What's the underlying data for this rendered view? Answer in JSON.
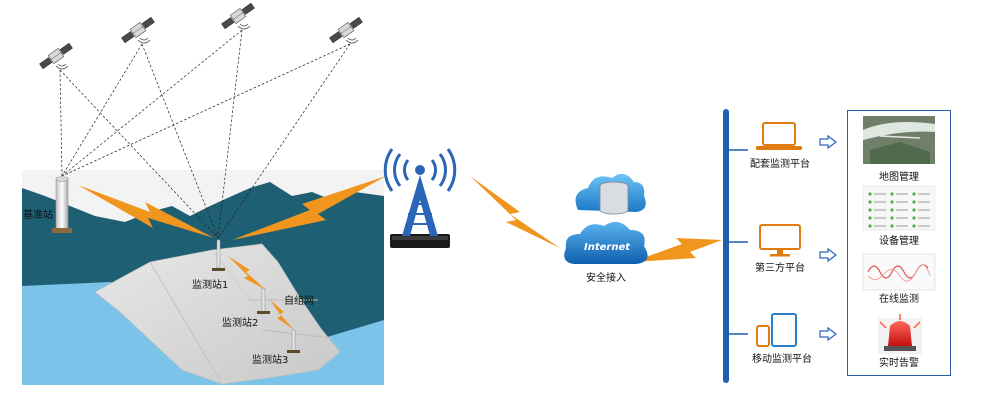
{
  "labels": {
    "base_station": "基准站",
    "monitor_1": "监测站1",
    "monitor_2": "监测站2",
    "monitor_3": "监测站3",
    "ad_hoc_network": "自组网",
    "secure_access": "安全接入",
    "internet": "Internet"
  },
  "platforms": [
    {
      "name": "配套监测平台",
      "icon": "laptop-icon"
    },
    {
      "name": "第三方平台",
      "icon": "monitor-icon"
    },
    {
      "name": "移动监测平台",
      "icon": "mobile-devices-icon"
    }
  ],
  "functions": [
    {
      "name": "地图管理",
      "icon": "map-thumbnail"
    },
    {
      "name": "设备管理",
      "icon": "device-list-thumbnail"
    },
    {
      "name": "在线监测",
      "icon": "chart-thumbnail"
    },
    {
      "name": "实时告警",
      "icon": "alarm-light-icon"
    }
  ],
  "colors": {
    "lightning": "#f0961e",
    "mountain": "#1f5f73",
    "water": "#7cc3ea",
    "dam": "#d6d6d6",
    "bus": "#1f5fb0",
    "tower": "#2a66b5"
  }
}
